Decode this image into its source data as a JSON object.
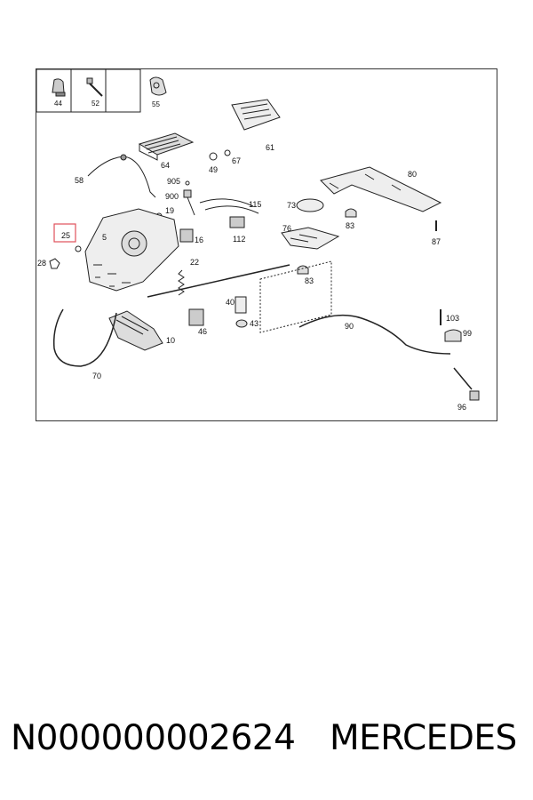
{
  "labels": {
    "thumb_44": "44",
    "thumb_52": "52",
    "thumb_55": "55",
    "p61": "61",
    "p64": "64",
    "p49": "49",
    "p67": "67",
    "p58": "58",
    "p905": "905",
    "p900": "900",
    "p19": "19",
    "p115": "115",
    "p73": "73",
    "p80": "80",
    "p83a": "83",
    "p87": "87",
    "p25": "25",
    "p5": "5",
    "p16": "16",
    "p112": "112",
    "p76": "76",
    "p28": "28",
    "p22": "22",
    "p83b": "83",
    "p40": "40",
    "p43": "43",
    "p103": "103",
    "p90": "90",
    "p99": "99",
    "p46": "46",
    "p10": "10",
    "p70": "70",
    "p96": "96"
  },
  "highlighted_label": "25",
  "highlight_color": "#e0505a",
  "footer": {
    "part_number": "N000000002624",
    "brand": "MERCEDES"
  }
}
